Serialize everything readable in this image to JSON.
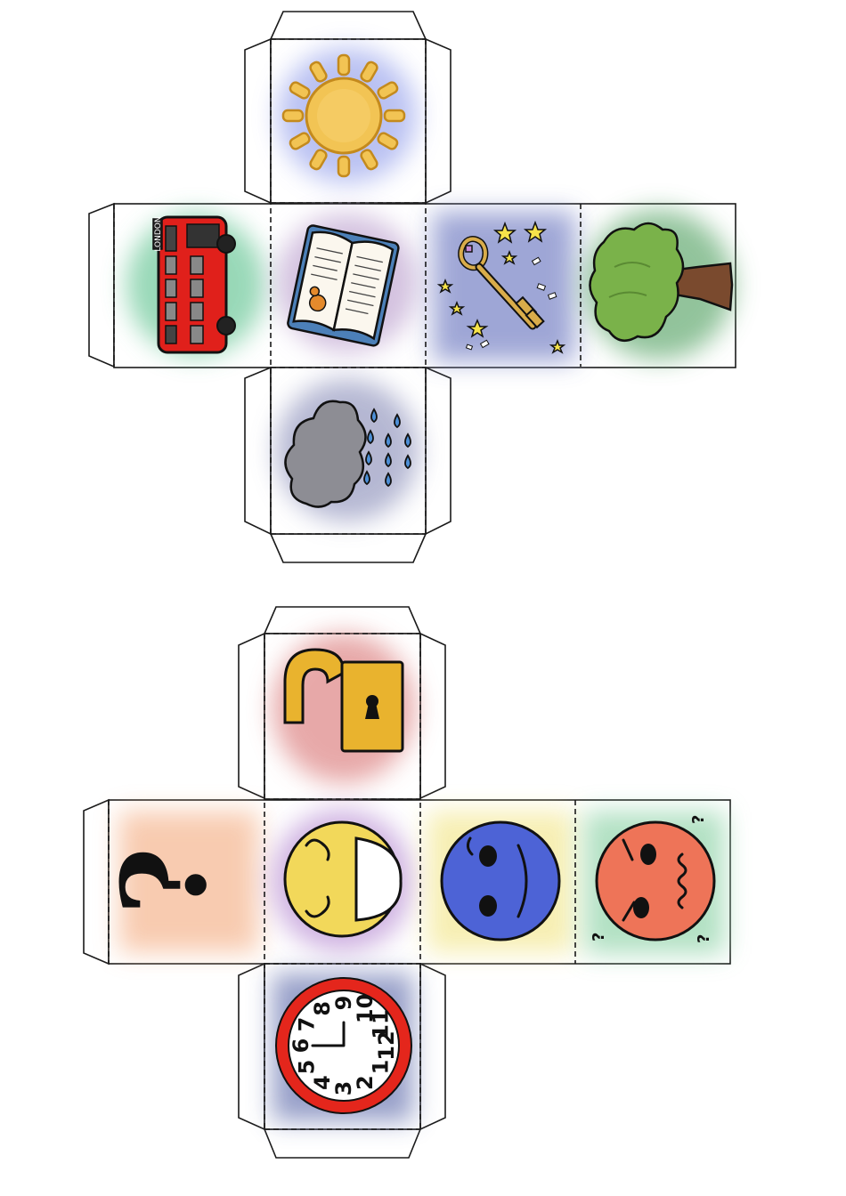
{
  "cubes": [
    {
      "faces": [
        {
          "icon": "sun-icon",
          "glow": "#a9b2ef"
        },
        {
          "icon": "bus-icon",
          "glow": "#7fcfa6"
        },
        {
          "icon": "book-icon",
          "glow": "#c9b3d8"
        },
        {
          "icon": "key-icon",
          "glow": "#8e97cf"
        },
        {
          "icon": "tree-icon",
          "glow": "#7fb98a"
        },
        {
          "icon": "rain-cloud-icon",
          "glow": "#a3a6c8"
        }
      ],
      "bus_sign_text": "LONDON"
    },
    {
      "faces": [
        {
          "icon": "padlock-icon",
          "glow": "#e39a9a"
        },
        {
          "icon": "question-mark-icon",
          "glow": "#f7c2a3"
        },
        {
          "icon": "happy-face-icon",
          "glow": "#c7a6dd"
        },
        {
          "icon": "sad-face-icon",
          "glow": "#f6edaa"
        },
        {
          "icon": "confused-face-icon",
          "glow": "#a5dcb9"
        },
        {
          "icon": "clock-icon",
          "glow": "#8c95c3"
        }
      ],
      "question_mark": "?",
      "confused_marks": [
        "?",
        "?",
        "?"
      ],
      "clock_numbers": [
        "12",
        "1",
        "2",
        "3",
        "4",
        "5",
        "6",
        "7",
        "8",
        "9",
        "10",
        "11"
      ],
      "colors": {
        "clock_rim": "#e4261c",
        "padlock_body": "#e9b32e",
        "happy_face": "#f2d85a",
        "sad_face": "#4d63d6",
        "confused_face": "#ee7458"
      }
    }
  ]
}
